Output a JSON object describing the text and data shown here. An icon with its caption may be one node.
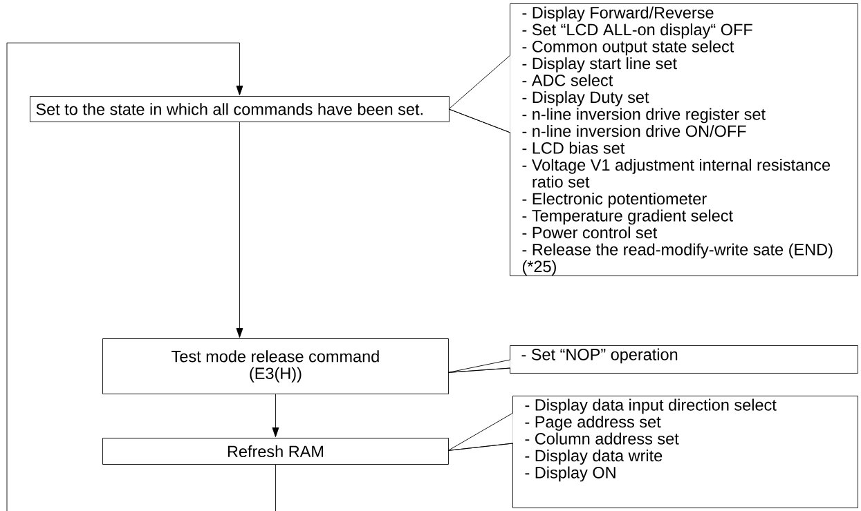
{
  "diagram": {
    "nodes": [
      {
        "text": [
          "Set to the state in which all commands have been set."
        ]
      },
      {
        "text": [
          "Test mode release command",
          "(E3(H))"
        ]
      },
      {
        "text": [
          "Refresh RAM"
        ]
      },
      {
        "text": [
          "- Display Forward/Reverse",
          "- Set “LCD ALL-on display“ OFF",
          "- Common output state select",
          "- Display start line set",
          "- ADC select",
          "- Display Duty set",
          "- n-line inversion drive register set",
          "- n-line inversion drive ON/OFF",
          "- LCD bias set",
          "- Voltage V1 adjustment internal resistance ratio set",
          "- Electronic potentiometer",
          "- Temperature gradient select",
          "- Power control set",
          "- Release the read-modify-write sate (END)",
          "(*25)"
        ]
      },
      {
        "text": [
          "- Set “NOP” operation"
        ]
      },
      {
        "text": [
          "- Display data input direction select",
          "- Page address set",
          "- Column address set",
          "- Display data write",
          "- Display ON"
        ]
      }
    ],
    "edges": [
      {
        "from": null,
        "to": 0,
        "arrow": "to"
      },
      {
        "from": 0,
        "to": 1,
        "arrow": "to"
      },
      {
        "from": 1,
        "to": 2,
        "arrow": "to"
      },
      {
        "from": 2,
        "to": null,
        "arrow": "none"
      },
      {
        "from": 3,
        "to": 0,
        "arrow": "none"
      },
      {
        "from": 4,
        "to": 1,
        "arrow": "none"
      },
      {
        "from": 5,
        "to": 2,
        "arrow": "none"
      }
    ]
  }
}
